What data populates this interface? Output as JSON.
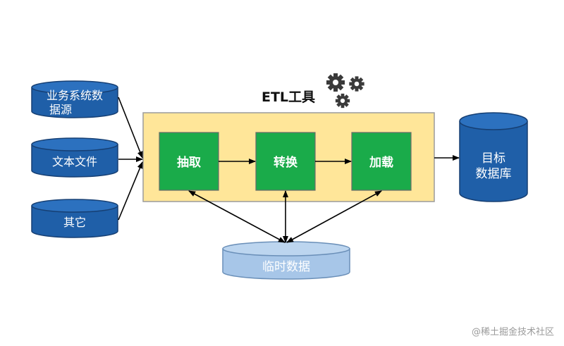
{
  "diagram": {
    "tool_title": "ETL工具",
    "sources": [
      {
        "line1": "业务系统数",
        "line2": "据源"
      },
      {
        "line1": "文本文件",
        "line2": ""
      },
      {
        "line1": "其它",
        "line2": ""
      }
    ],
    "steps": [
      "抽取",
      "转换",
      "加载"
    ],
    "target": {
      "line1": "目标",
      "line2": "数据库"
    },
    "temp": "临时数据",
    "colors": {
      "cylinder_fill": "#1f5fa8",
      "cylinder_top": "#2c71bf",
      "cylinder_stroke": "#163f73",
      "etl_box_fill": "#ffe699",
      "step_fill": "#1aab4a",
      "temp_fill": "#a7c6e8",
      "gear": "#3a3a3a"
    }
  },
  "watermark": "@稀土掘金技术社区"
}
